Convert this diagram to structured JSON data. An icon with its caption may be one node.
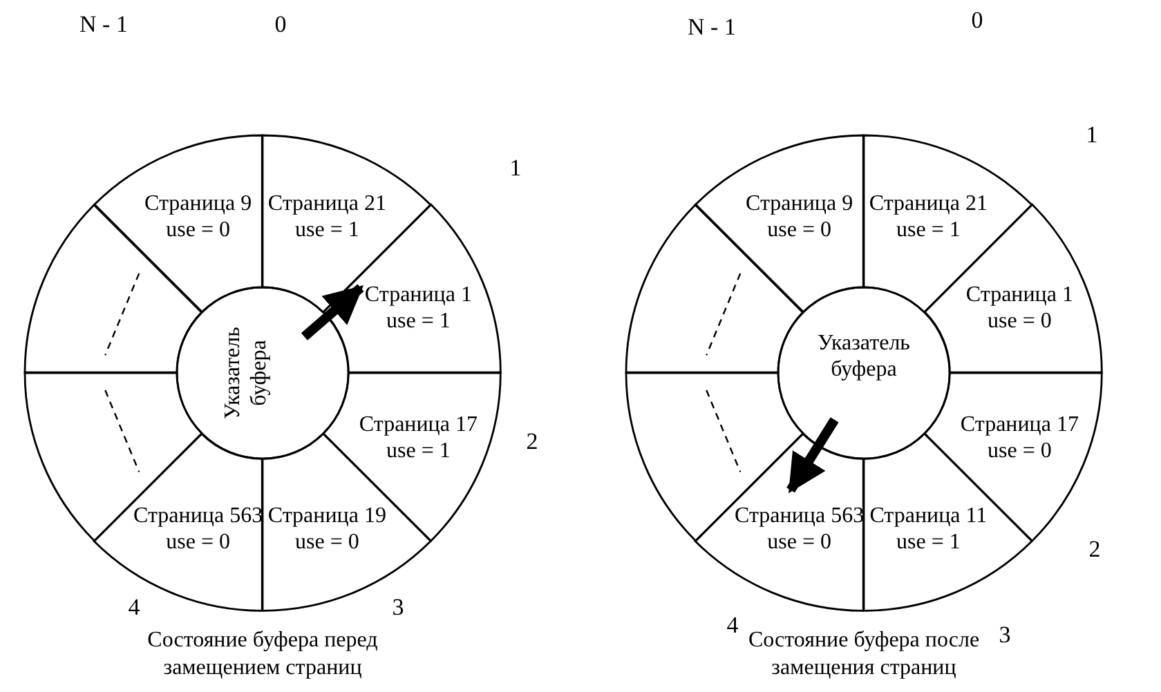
{
  "diagram": {
    "nodes": [
      {
        "text": [
          "Страница 21",
          "use = 1"
        ]
      },
      {
        "text": [
          "Страница 1",
          "use = 1"
        ]
      },
      {
        "text": [
          "Страница 17",
          "use = 1"
        ]
      },
      {
        "text": [
          "Страница 19",
          "use = 0"
        ]
      },
      {
        "text": [
          "Страница 563",
          "use = 0"
        ]
      },
      {
        "text": [],
        "shape": "sector"
      },
      {
        "text": [],
        "shape": "sector"
      },
      {
        "text": [
          "Страница 9",
          "use = 0"
        ]
      },
      {
        "text": [
          "Указатель буфера"
        ]
      },
      {
        "text": [
          "Страница 21",
          "use = 1"
        ]
      },
      {
        "text": [
          "Страница 1",
          "use = 0"
        ]
      },
      {
        "text": [
          "Страница 17",
          "use = 0"
        ]
      },
      {
        "text": [
          "Страница 11",
          "use = 1"
        ]
      },
      {
        "text": [
          "Страница 563",
          "use = 0"
        ]
      },
      {
        "text": [],
        "shape": "sector"
      },
      {
        "text": [],
        "shape": "sector"
      },
      {
        "text": [
          "Страница 9",
          "use = 0"
        ]
      },
      {
        "text": [
          "Указатель буфера"
        ]
      }
    ],
    "edges": [
      {
        "from": 8,
        "to": 1,
        "arrow": "to"
      },
      {
        "from": 17,
        "to": 13,
        "arrow": "to"
      }
    ],
    "labels": [
      "N - 1",
      "0",
      "1",
      "2",
      "3",
      "4",
      "Состояние буфера перед замещением страниц",
      "N - 1",
      "0",
      "1",
      "2",
      "3",
      "4",
      "Состояние буфера после замещения страниц"
    ]
  }
}
